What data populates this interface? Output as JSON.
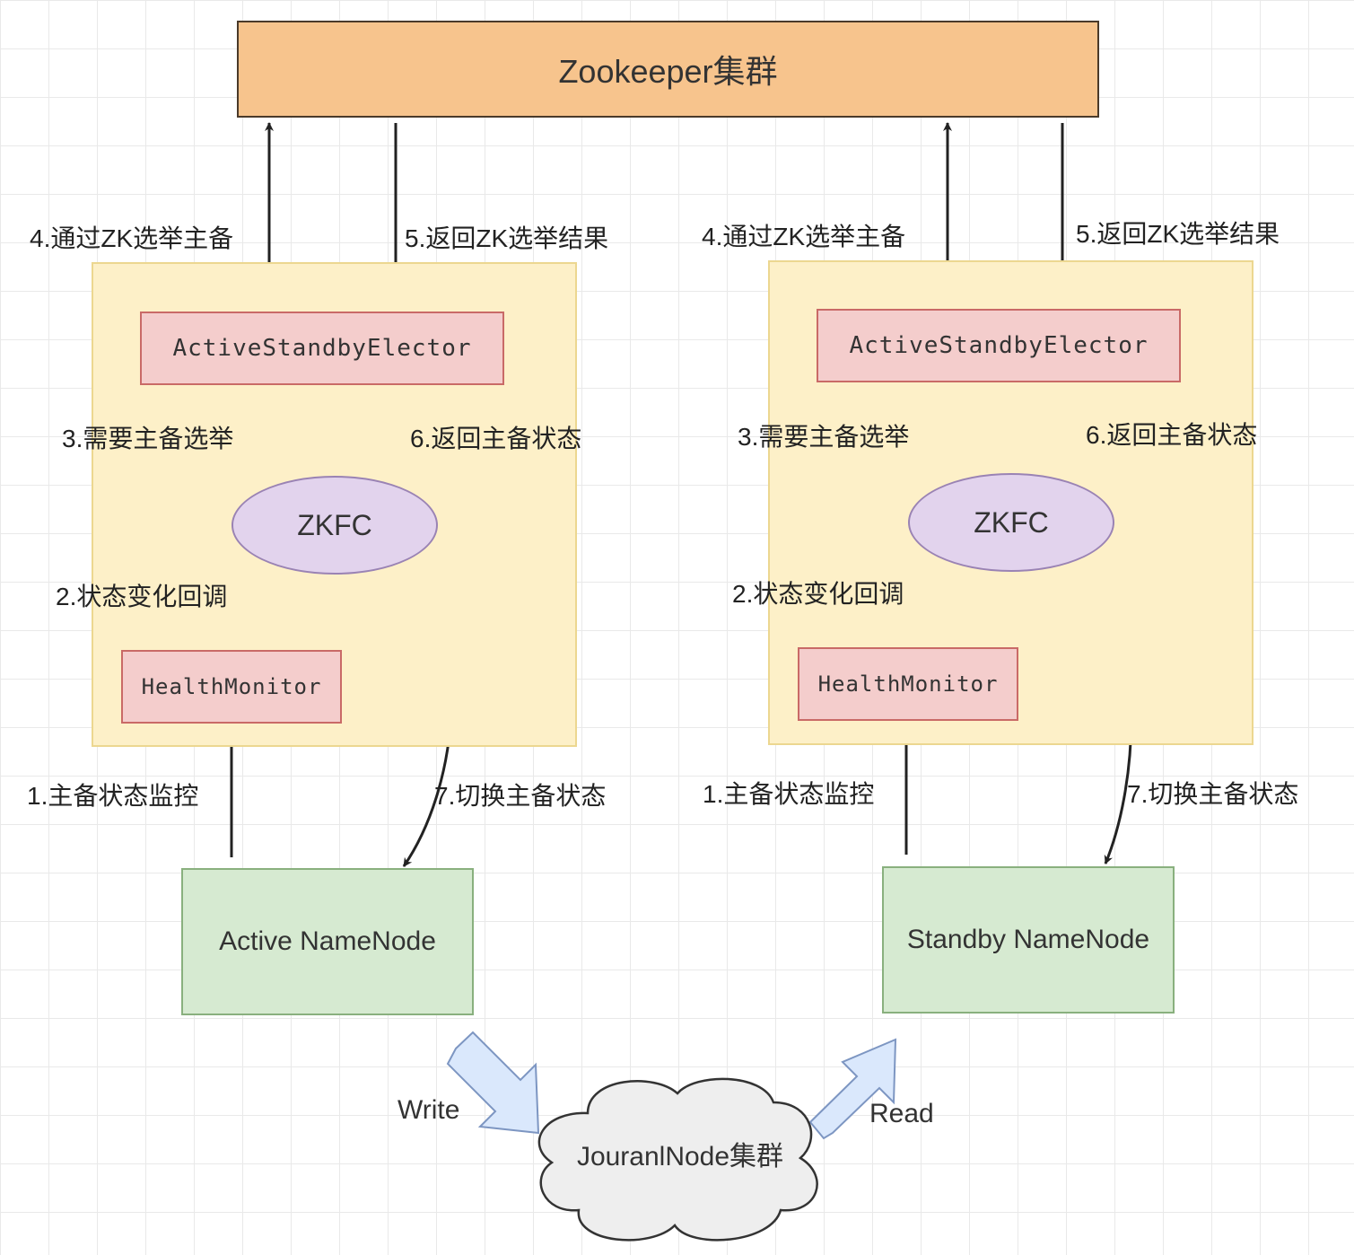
{
  "zookeeper": {
    "label": "Zookeeper集群"
  },
  "left": {
    "elector": "ActiveStandbyElector",
    "zkfc": "ZKFC",
    "health_monitor": "HealthMonitor",
    "namenode": "Active NameNode",
    "steps": {
      "s1": "1.主备状态监控",
      "s2": "2.状态变化回调",
      "s3": "3.需要主备选举",
      "s4": "4.通过ZK选举主备",
      "s5": "5.返回ZK选举结果",
      "s6": "6.返回主备状态",
      "s7": "7.切换主备状态"
    }
  },
  "right": {
    "elector": "ActiveStandbyElector",
    "zkfc": "ZKFC",
    "health_monitor": "HealthMonitor",
    "namenode": "Standby NameNode",
    "steps": {
      "s1": "1.主备状态监控",
      "s2": "2.状态变化回调",
      "s3": "3.需要主备选举",
      "s4": "4.通过ZK选举主备",
      "s5": "5.返回ZK选举结果",
      "s6": "6.返回主备状态",
      "s7": "7.切换主备状态"
    }
  },
  "journal": {
    "label": "JouranlNode集群",
    "write": "Write",
    "read": "Read"
  },
  "colors": {
    "zookeeper_fill": "#f7c48d",
    "panel_fill": "#fdf0c8",
    "component_fill": "#f4cdcc",
    "zkfc_fill": "#e2d3ed",
    "namenode_fill": "#d6ead1",
    "cloud_fill": "#eeeeee",
    "block_arrow_fill": "#dae8fc"
  }
}
